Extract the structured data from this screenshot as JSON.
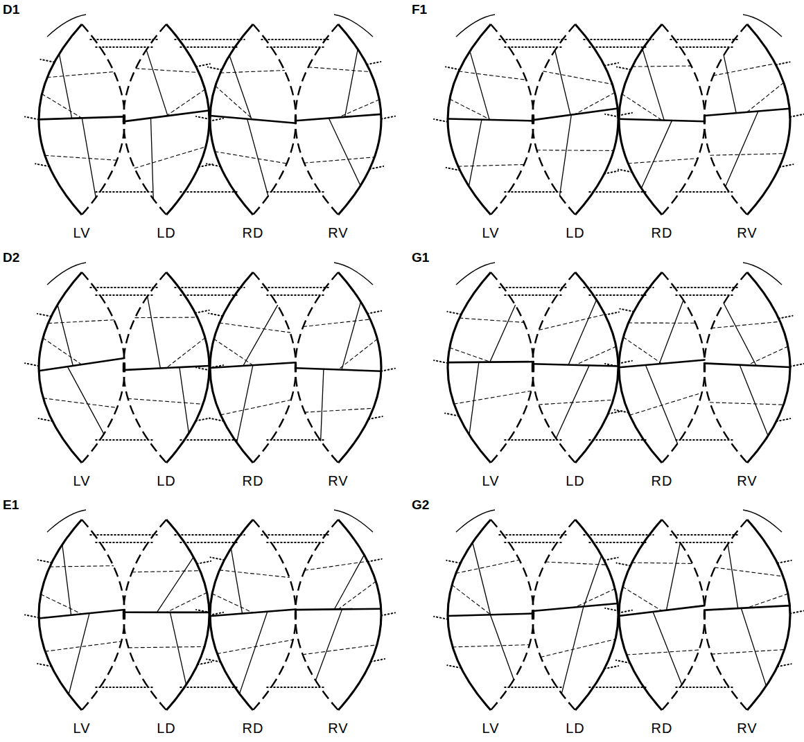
{
  "diagram": {
    "labels": [
      "D1",
      "LV",
      "LD",
      "RD",
      "RV",
      "F1",
      "LV",
      "LD",
      "RD",
      "RV",
      "D2",
      "LV",
      "LD",
      "RD",
      "RV",
      "G1",
      "LV",
      "LD",
      "RD",
      "RV",
      "E1",
      "LV",
      "LD",
      "RD",
      "RV",
      "G2",
      "LV",
      "LD",
      "RD",
      "RV"
    ]
  }
}
